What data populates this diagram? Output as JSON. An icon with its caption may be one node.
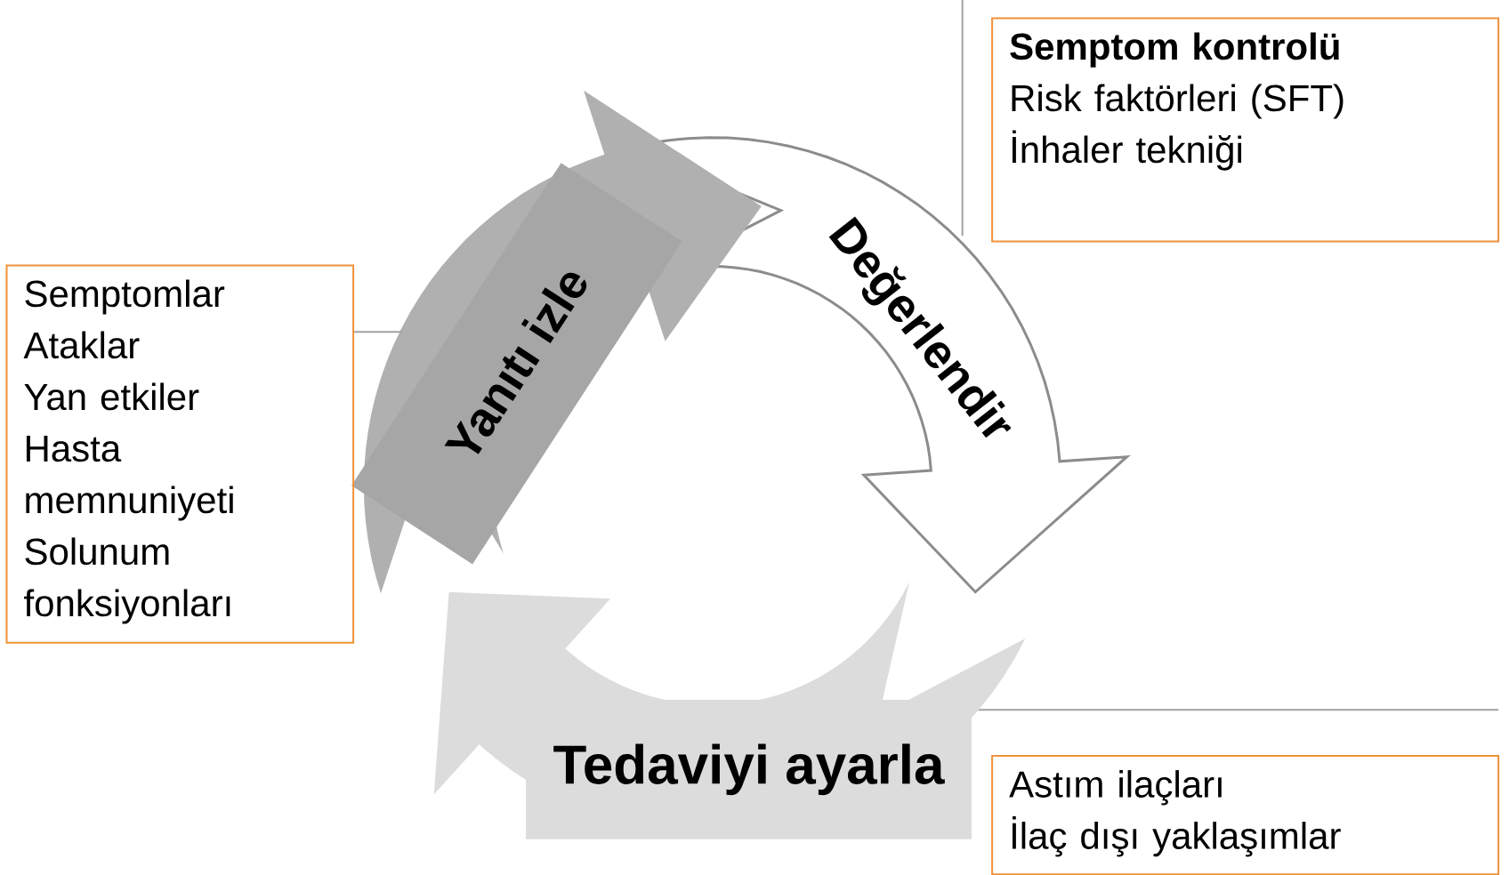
{
  "diagram": {
    "nodes": [
      {
        "text": [
          "Değerlendir"
        ]
      },
      {
        "text": [
          "Tedaviyi ayarla"
        ]
      },
      {
        "text": [
          "Yanıtı izle"
        ]
      },
      {
        "text": [
          "Semptom kontrolü",
          "Risk faktörleri (SFT)",
          "İnhaler tekniği"
        ]
      },
      {
        "text": [
          "Semptomlar",
          "Ataklar",
          "Yan etkiler",
          "Hasta memnuniyeti",
          "Solunum fonksiyonları"
        ]
      },
      {
        "text": [
          "Astım ilaçları",
          "İlaç dışı yaklaşımlar"
        ]
      }
    ],
    "edges": [
      {
        "from": 4,
        "to": 2,
        "arrow": "none"
      }
    ]
  }
}
